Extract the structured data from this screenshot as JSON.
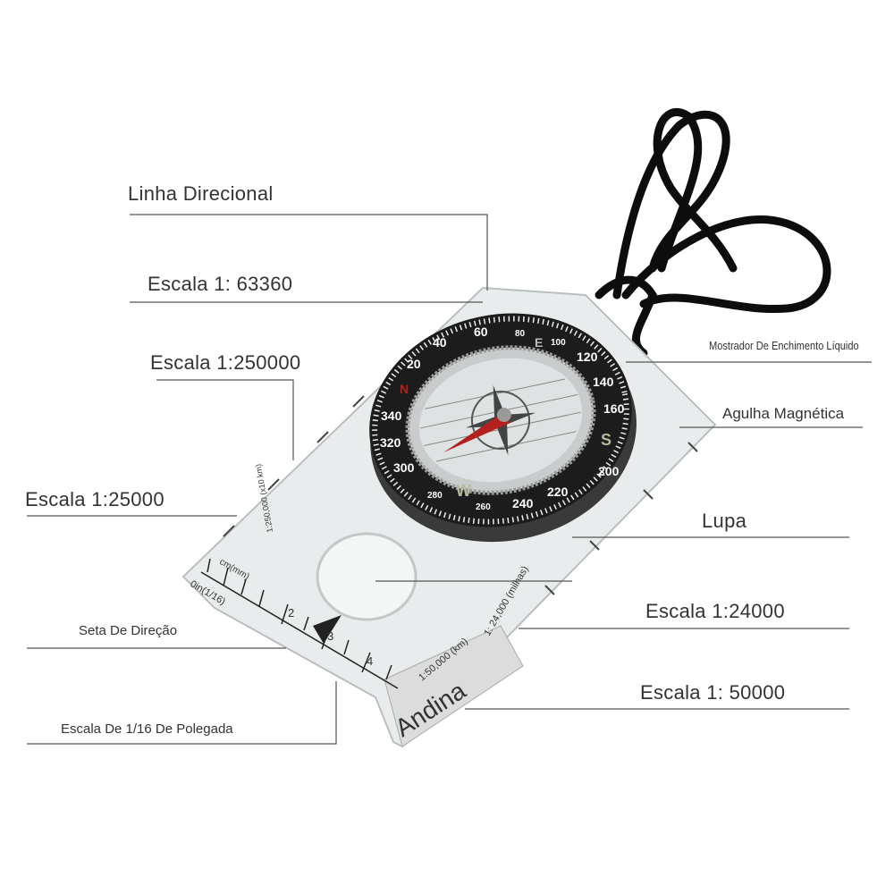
{
  "labels": {
    "directional_line": "Linha Direcional",
    "scale_63360": "Escala 1: 63360",
    "scale_250000": "Escala 1:250000",
    "scale_25000": "Escala 1:25000",
    "direction_arrow": "Seta De Direção",
    "inch_scale": "Escala De 1/16 De Polegada",
    "liquid_dial": "Mostrador De Enchimento Líquido",
    "magnetic_needle": "Agulha Magnética",
    "magnifier": "Lupa",
    "scale_24000": "Escala 1:24000",
    "scale_50000": "Escala 1: 50000"
  },
  "compass": {
    "brand": "Andina",
    "scale_km": "1:50,000 (km)",
    "scale_miles": "1: 24,000 (milhas)",
    "ruler_cm": "cm(mm)",
    "ruler_inch": "0in(1/16)",
    "ruler_numbers": [
      "2",
      "3",
      "4"
    ],
    "side_scale": "1:250,000 (x10 km)",
    "dial_numbers": [
      "20",
      "40",
      "60",
      "80",
      "100",
      "120",
      "140",
      "160",
      "200",
      "220",
      "240",
      "260",
      "280",
      "300",
      "320",
      "340"
    ],
    "cardinals": [
      "N",
      "E",
      "S",
      "W"
    ],
    "colors": {
      "needle": "#b3201e",
      "bezel": "#1c1c1c",
      "cord": "#0d0d0d",
      "plate": "#e9ecec"
    }
  }
}
